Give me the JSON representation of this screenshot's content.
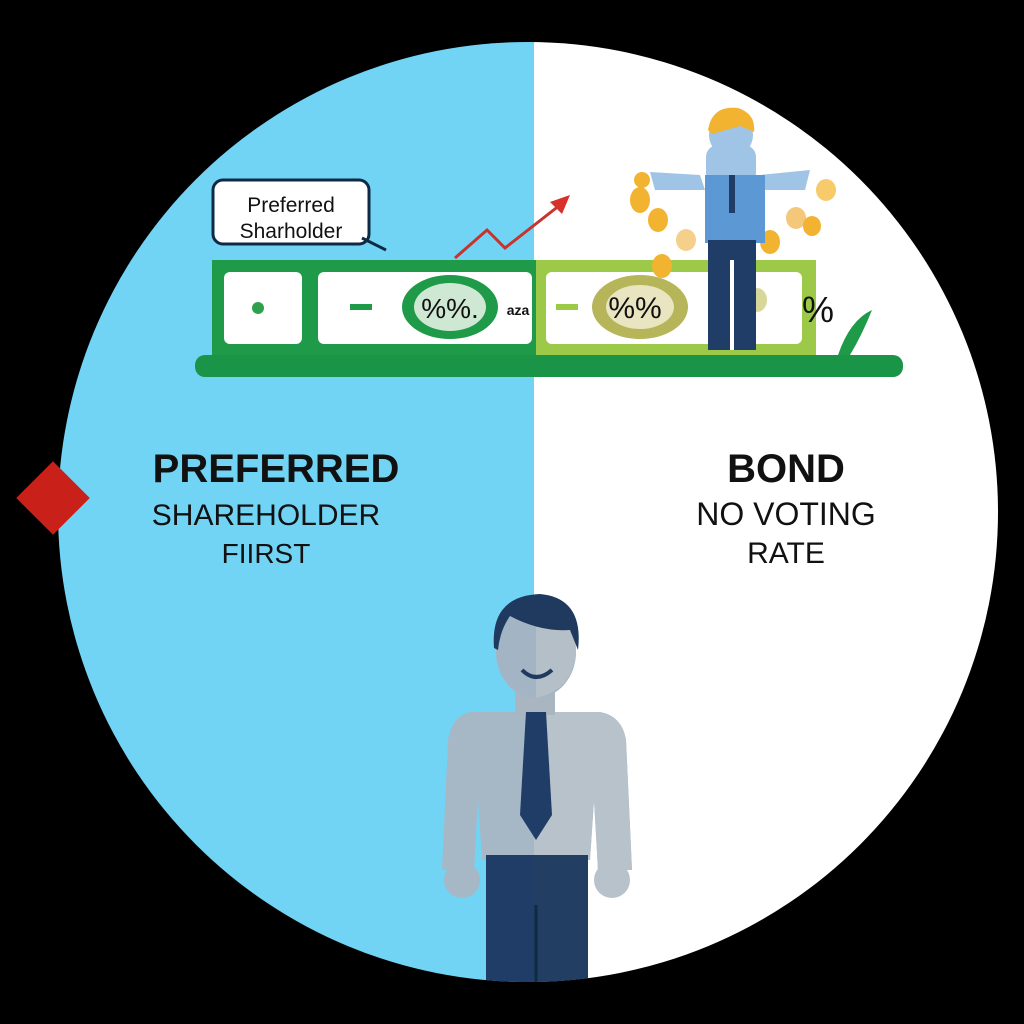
{
  "speech_bubble": {
    "line1": "Preferred",
    "line2": "Sharholder"
  },
  "left_caption": {
    "title": "PREFERRED",
    "line2": "SHAREHOLDER",
    "line3": "FIIRST"
  },
  "right_caption": {
    "title": "BOND",
    "line2": "NO VOTING",
    "line3": "RATE"
  },
  "banknote_symbols": {
    "left_seal": "%%.",
    "middle_code": "aza",
    "right_seal": "%%",
    "percent": "%"
  },
  "colors": {
    "left_bg": "#71d4f4",
    "right_bg": "#ffffff",
    "frame": "#000000",
    "money_green": "#1e9a48",
    "light_green": "#9cc947",
    "arrow_red": "#d8302a",
    "coin": "#f2b330",
    "suit_navy": "#1f3d66"
  }
}
